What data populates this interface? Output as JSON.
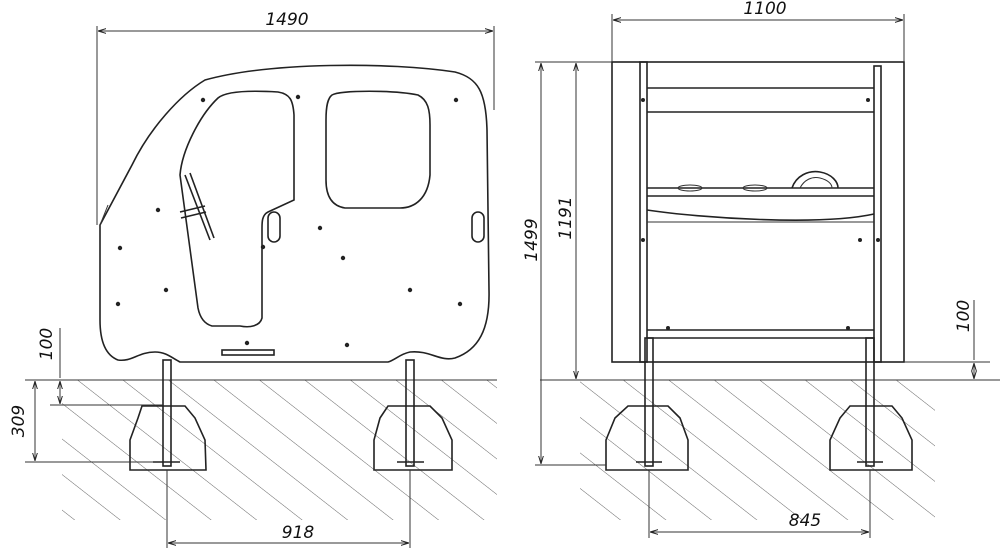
{
  "dimensions": {
    "side_width": "1490",
    "front_width": "1100",
    "total_height": "1499",
    "body_height": "1191",
    "front_clearance": "100",
    "side_clearance": "100",
    "foundation_depth": "309",
    "side_post_spacing": "918",
    "front_post_spacing": "845"
  },
  "colors": {
    "line": "#222222",
    "hatch": "#555555",
    "background": "#ffffff"
  }
}
